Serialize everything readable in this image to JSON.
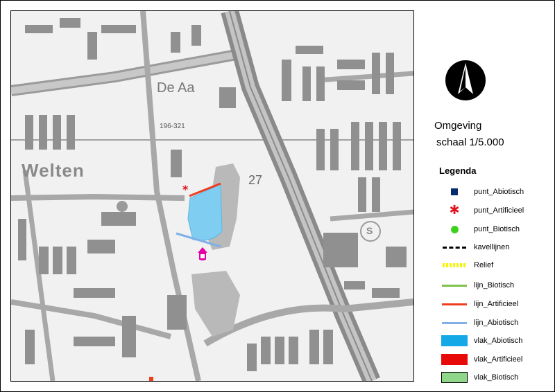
{
  "map": {
    "labels": {
      "area_name": "De Aa",
      "town_name": "Welten",
      "grid_ref": "196-321",
      "number": "27",
      "poi_symbol": "S"
    }
  },
  "sidebar": {
    "title_line1": "Omgeving",
    "title_line2": "schaal 1/5.000",
    "legend_title": "Legenda",
    "legend": [
      {
        "label": "punt_Abiotisch",
        "symbol": "square",
        "color": "#0a2a6e"
      },
      {
        "label": "punt_Artificieel",
        "symbol": "asterisk",
        "color": "#e0141e"
      },
      {
        "label": "punt_Biotisch",
        "symbol": "circle",
        "color": "#3fd11f"
      },
      {
        "label": "kavellijnen",
        "symbol": "dashed-line",
        "color": "#000000"
      },
      {
        "label": "Relief",
        "symbol": "hatched-line",
        "color": "#f5f500"
      },
      {
        "label": "lijn_Biotisch",
        "symbol": "line",
        "color": "#7cc14a"
      },
      {
        "label": "lijn_Artificieel",
        "symbol": "line",
        "color": "#f03c1e"
      },
      {
        "label": "lijn_Abiotisch",
        "symbol": "line",
        "color": "#7fb0e8"
      },
      {
        "label": "vlak_Abiotisch",
        "symbol": "fill",
        "color": "#14a8e6"
      },
      {
        "label": "vlak_Artificieel",
        "symbol": "fill",
        "color": "#e80a0a"
      },
      {
        "label": "vlak_Biotisch",
        "symbol": "fill",
        "color": "#8fd68a"
      }
    ]
  },
  "colors": {
    "pond": "#7fcdf0",
    "road": "#b4b4b4",
    "building": "#8c8c8c",
    "marker": "#e600a8"
  }
}
